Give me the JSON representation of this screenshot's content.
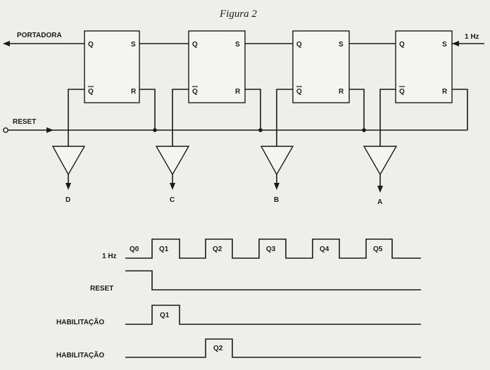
{
  "title": "Figura 2",
  "signals": {
    "carrier": "PORTADORA",
    "clock": "1 Hz",
    "reset": "RESET"
  },
  "flipflops": [
    {
      "q": "Q",
      "s": "S",
      "qbar": "Q",
      "r": "R"
    },
    {
      "q": "Q",
      "s": "S",
      "qbar": "Q",
      "r": "R"
    },
    {
      "q": "Q",
      "s": "S",
      "qbar": "Q",
      "r": "R"
    },
    {
      "q": "Q",
      "s": "S",
      "qbar": "Q",
      "r": "R"
    }
  ],
  "outputs": [
    "D",
    "C",
    "B",
    "A"
  ],
  "timing": {
    "clock_label": "1 Hz",
    "reset_label": "RESET",
    "enable_label_1": "HABILITAÇÃO",
    "enable_label_2": "HABILITAÇÃO",
    "states": [
      "Q0",
      "Q1",
      "Q2",
      "Q3",
      "Q4",
      "Q5"
    ],
    "enable_pulse_1": "Q1",
    "enable_pulse_2": "Q2"
  }
}
